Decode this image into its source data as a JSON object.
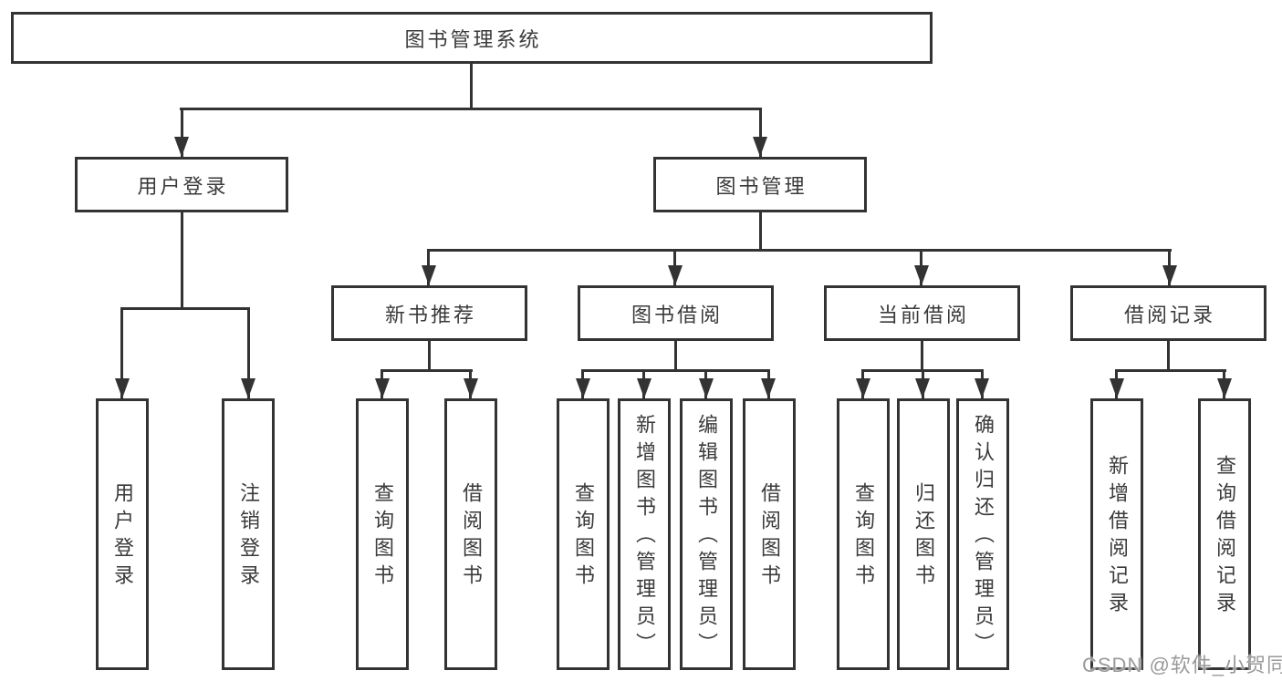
{
  "colors": {
    "line": "#333333",
    "text": "#3a3a3a",
    "background": "#ffffff",
    "watermark": "#9a9a9a"
  },
  "tree": {
    "root": {
      "label": "图书管理系统",
      "children": [
        {
          "label": "用户登录",
          "children": [
            {
              "label": "用户登录"
            },
            {
              "label": "注销登录"
            }
          ]
        },
        {
          "label": "图书管理",
          "children": [
            {
              "label": "新书推荐",
              "children": [
                {
                  "label": "查询图书"
                },
                {
                  "label": "借阅图书"
                }
              ]
            },
            {
              "label": "图书借阅",
              "children": [
                {
                  "label": "查询图书"
                },
                {
                  "label": "新增图书（管理员）"
                },
                {
                  "label": "编辑图书（管理员）"
                },
                {
                  "label": "借阅图书"
                }
              ]
            },
            {
              "label": "当前借阅",
              "children": [
                {
                  "label": "查询图书"
                },
                {
                  "label": "归还图书"
                },
                {
                  "label": "确认归还（管理员）"
                }
              ]
            },
            {
              "label": "借阅记录",
              "children": [
                {
                  "label": "新增借阅记录"
                },
                {
                  "label": "查询借阅记录"
                }
              ]
            }
          ]
        }
      ]
    }
  },
  "watermark": {
    "text": "CSDN @软件_小贺同学"
  }
}
